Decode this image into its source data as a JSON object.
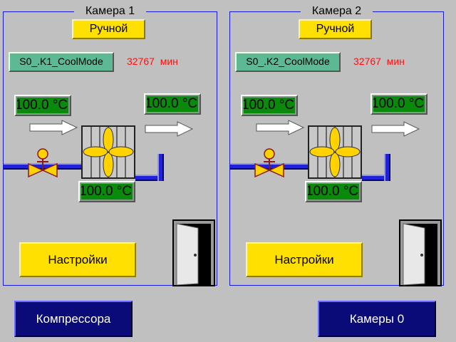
{
  "chambers": [
    {
      "title": "Камера 1",
      "mode_label": "Ручной",
      "coolmode_label": "S0_.K1_CoolMode",
      "minutes_value": "32767",
      "minutes_unit": "мин",
      "temp_left": "100.0 °C",
      "temp_right": "100.0 °C",
      "temp_bottom": "100.0 °C",
      "settings_label": "Настройки"
    },
    {
      "title": "Камера 2",
      "mode_label": "Ручной",
      "coolmode_label": "S0_.K2_CoolMode",
      "minutes_value": "32767",
      "minutes_unit": "мин",
      "temp_left": "100.0 °C",
      "temp_right": "100.0 °C",
      "temp_bottom": "100.0 °C",
      "settings_label": "Настройки"
    }
  ],
  "footer": {
    "compressors_label": "Компрессора",
    "chambers_label": "Камеры 0"
  },
  "colors": {
    "background": "#c0c0c0",
    "accent_yellow": "#ffe000",
    "status_green": "#0a8a0a",
    "alarm_red": "#ff1010",
    "nav_blue": "#0a0a78",
    "frame_blue": "#1a1adf"
  },
  "icons": [
    "valve-icon",
    "fan-icon",
    "airflow-arrow-icon",
    "door-icon"
  ]
}
